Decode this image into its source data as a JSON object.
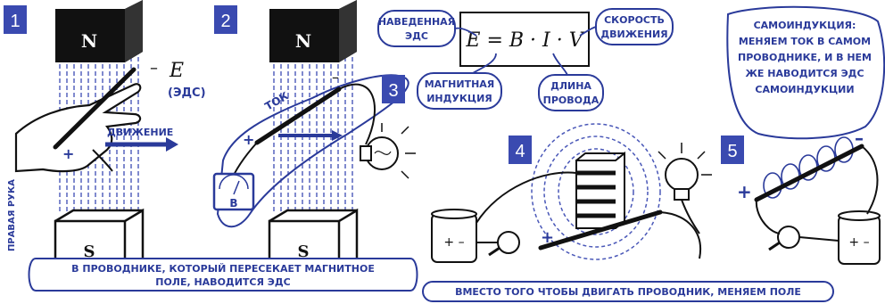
{
  "colors": {
    "ink": "#111111",
    "blue": "#2a3a9a",
    "panel": "#3a4ab0",
    "field": "#4a58b8"
  },
  "panels": [
    "1",
    "2",
    "3",
    "4",
    "5"
  ],
  "magnet": {
    "north": "N",
    "south": "S"
  },
  "panel1": {
    "emf_symbol": "E",
    "emf_label": "(ЭДС)",
    "motion": "ДВИЖЕНИЕ",
    "minus": "–",
    "plus": "+",
    "side_label": "ПРАВАЯ РУКА"
  },
  "panel2": {
    "current": "ТОК",
    "minus": "–",
    "plus": "+",
    "meter_letter": "B"
  },
  "panel3": {
    "formula": "E = B · I · V",
    "induced_emf": [
      "НАВЕДЕННАЯ",
      "ЭДС"
    ],
    "magnetic_induction": [
      "МАГНИТНАЯ",
      "ИНДУКЦИЯ"
    ],
    "wire_length": [
      "ДЛИНА",
      "ПРОВОДА"
    ],
    "speed": [
      "СКОРОСТЬ",
      "ДВИЖЕНИЯ"
    ]
  },
  "panel4": {
    "plus": "+",
    "minus": "–",
    "battery": "+ –"
  },
  "panel5": {
    "self_induction": [
      "САМОИНДУКЦИЯ:",
      "МЕНЯЕМ ТОК В САМОМ",
      "ПРОВОДНИКЕ, И В НЕМ",
      "ЖЕ НАВОДИТСЯ ЭДС",
      "САМОИНДУКЦИИ"
    ],
    "plus": "+",
    "minus": "–",
    "battery": "+ –"
  },
  "captions": {
    "bottom_left": [
      "В ПРОВОДНИКЕ, КОТОРЫЙ ПЕРЕСЕКАЕТ МАГНИТНОЕ",
      "ПОЛЕ, НАВОДИТСЯ ЭДС"
    ],
    "bottom_right": "ВМЕСТО ТОГО ЧТОБЫ ДВИГАТЬ ПРОВОДНИК, МЕНЯЕМ ПОЛЕ"
  }
}
